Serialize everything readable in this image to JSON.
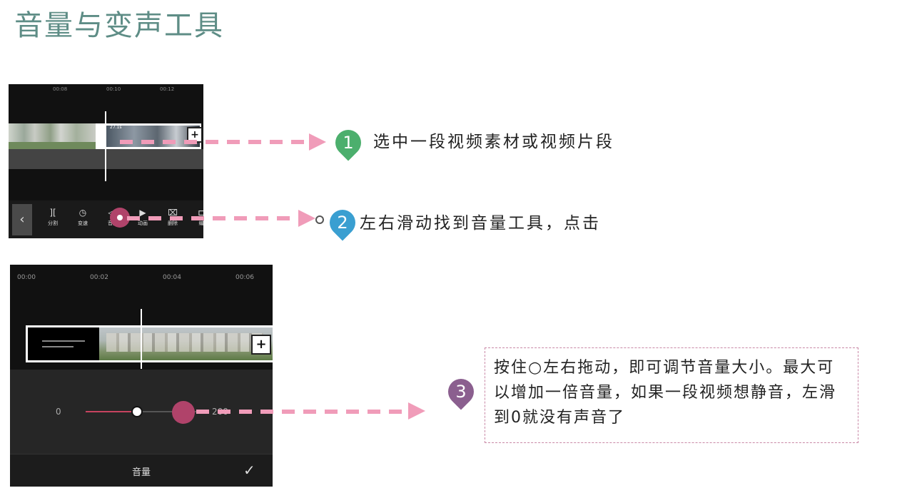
{
  "page": {
    "title": "音量与变声工具"
  },
  "screenshot_top": {
    "ruler": [
      "00:08",
      "00:10",
      "00:12"
    ],
    "clip_badge": "27.1s",
    "plus": "+",
    "back": "‹",
    "tools": [
      {
        "icon": "][",
        "label": "分割"
      },
      {
        "icon": "◷",
        "label": "变速"
      },
      {
        "icon": "◁|",
        "label": "音量"
      },
      {
        "icon": "▶",
        "label": "动画"
      },
      {
        "icon": "⌧",
        "label": "删除"
      },
      {
        "icon": "⊏",
        "label": "编"
      }
    ]
  },
  "screenshot_bottom": {
    "ruler": [
      "00:00",
      "00:02",
      "00:04",
      "00:06"
    ],
    "plus": "+",
    "min_label": "0",
    "max_label": "200",
    "volume_value": 100,
    "panel_name": "音量",
    "confirm": "✓"
  },
  "steps": [
    {
      "number": "1",
      "text": "选中一段视频素材或视频片段",
      "color": "#4caf6d"
    },
    {
      "number": "2",
      "text": "左右滑动找到音量工具，点击",
      "color": "#3a9fd1"
    },
    {
      "number": "3",
      "text": "按住○左右拖动，即可调节音量大小。最大可以增加一倍音量，如果一段视频想静音，左滑到0就没有声音了",
      "color": "#8b5f8f"
    }
  ]
}
